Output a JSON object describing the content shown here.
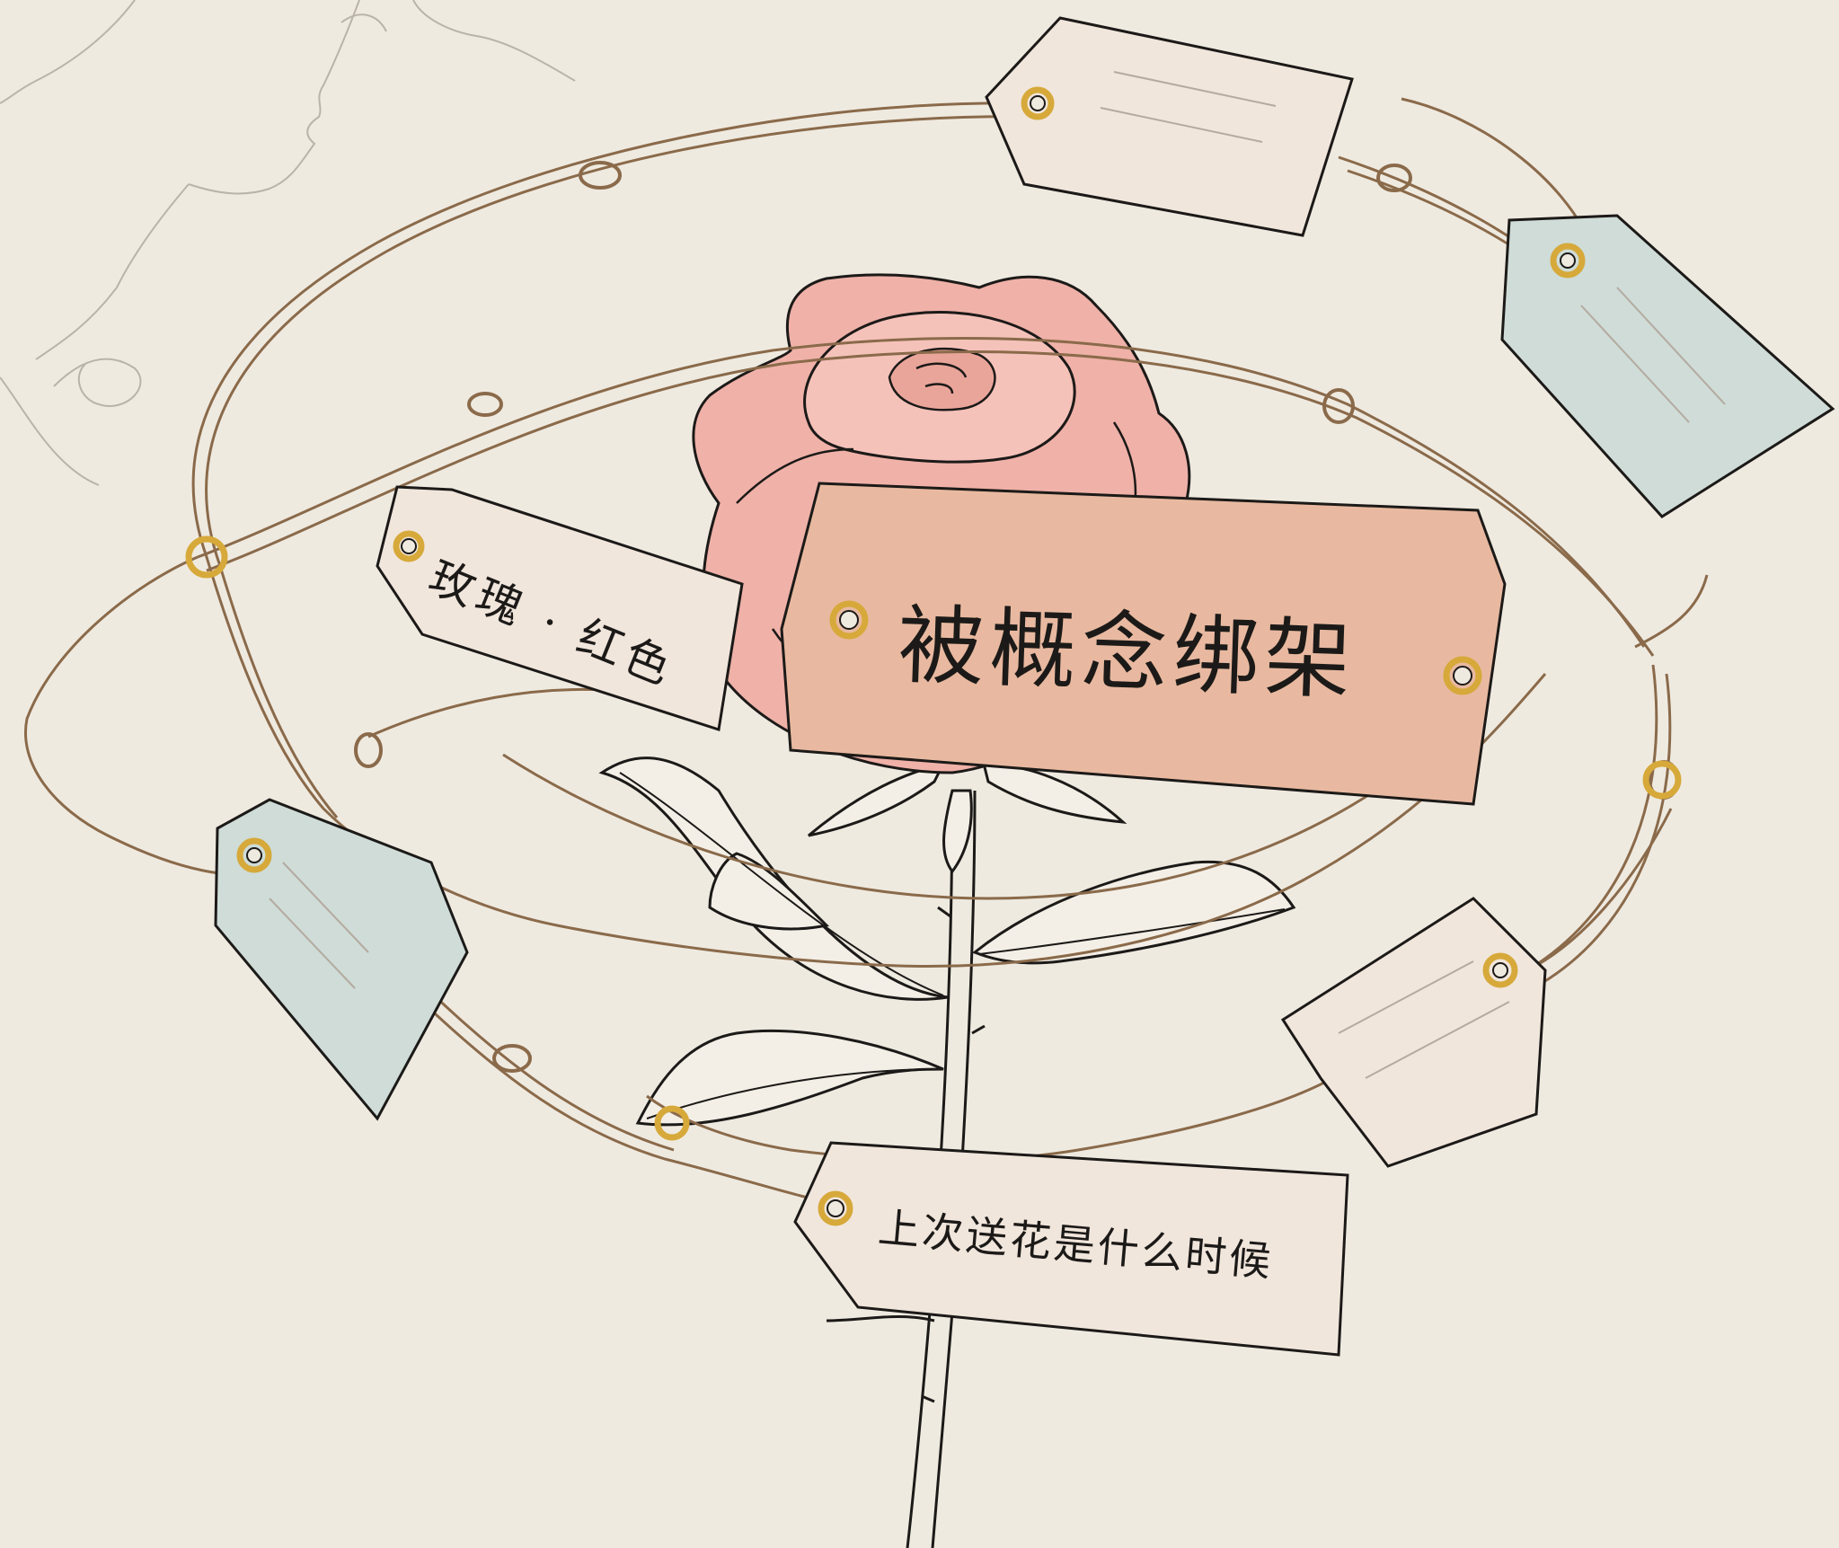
{
  "illustration": {
    "background_color": "#efeae0",
    "ink_color": "#1c1a18",
    "string_color": "#8a6a4a",
    "ring_color": "#d6a93a",
    "rose_color": "#efb1a8",
    "main_tag_color": "#e8b9a0",
    "cream_tag_color": "#f1e6dc",
    "blue_tag_color": "#cfdcd7"
  },
  "tags": {
    "main": "被概念绑架",
    "left": "玫瑰 · 红色",
    "bottom": "上次送花是什么时候"
  },
  "icons": [
    "rose-icon",
    "face-sketch-icon",
    "ring-icon",
    "knot-icon",
    "leaf-icon"
  ]
}
